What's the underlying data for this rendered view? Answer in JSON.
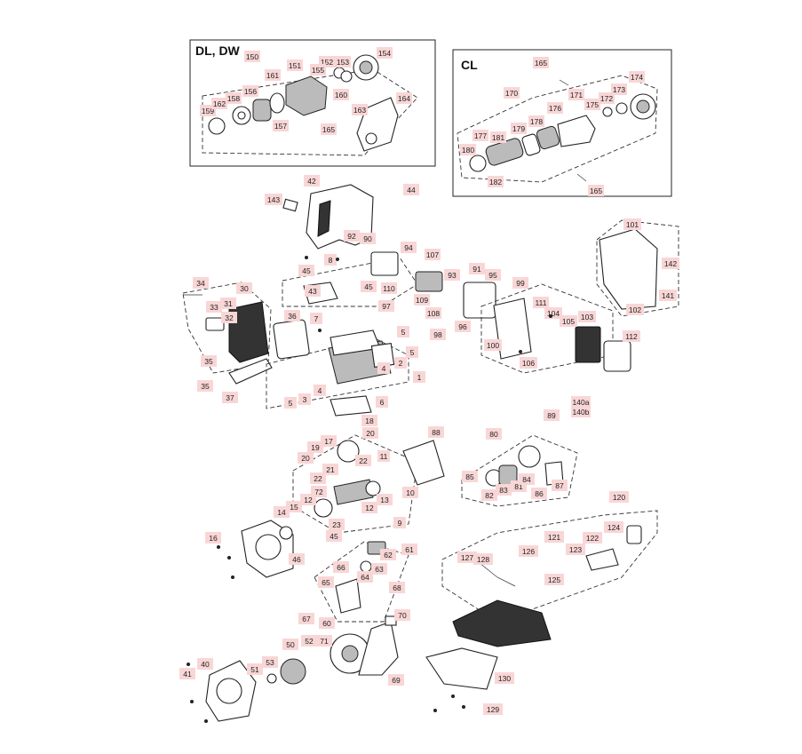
{
  "insets": {
    "dl_dw_title": "DL, DW",
    "cl_title": "CL"
  },
  "callout_labels": [
    "150",
    "151",
    "152",
    "153",
    "154",
    "155",
    "156",
    "157",
    "158",
    "159",
    "160",
    "161",
    "162",
    "163",
    "164",
    "165",
    "165",
    "170",
    "171",
    "172",
    "173",
    "174",
    "175",
    "176",
    "177",
    "178",
    "179",
    "180",
    "181",
    "182",
    "165",
    "42",
    "44",
    "143",
    "34",
    "30",
    "33",
    "31",
    "32",
    "36",
    "35",
    "35",
    "37",
    "45",
    "8",
    "43",
    "45",
    "92",
    "90",
    "94",
    "7",
    "1",
    "2",
    "3",
    "4",
    "5",
    "5",
    "5",
    "4",
    "6",
    "107",
    "110",
    "109",
    "108",
    "97",
    "93",
    "91",
    "95",
    "96",
    "98",
    "99",
    "100",
    "106",
    "111",
    "104",
    "105",
    "103",
    "101",
    "142",
    "141",
    "102",
    "112",
    "18",
    "17",
    "19",
    "20",
    "20",
    "21",
    "22",
    "22",
    "11",
    "10",
    "72",
    "12",
    "12",
    "13",
    "9",
    "23",
    "14",
    "15",
    "16",
    "46",
    "45",
    "88",
    "89",
    "140a",
    "140b",
    "80",
    "85",
    "82",
    "83",
    "81",
    "84",
    "86",
    "87",
    "62",
    "61",
    "63",
    "64",
    "66",
    "65",
    "68",
    "67",
    "70",
    "60",
    "50",
    "52",
    "71",
    "53",
    "51",
    "40",
    "41",
    "69",
    "120",
    "121",
    "124",
    "122",
    "123",
    "127",
    "128",
    "126",
    "125",
    "130",
    "129"
  ]
}
